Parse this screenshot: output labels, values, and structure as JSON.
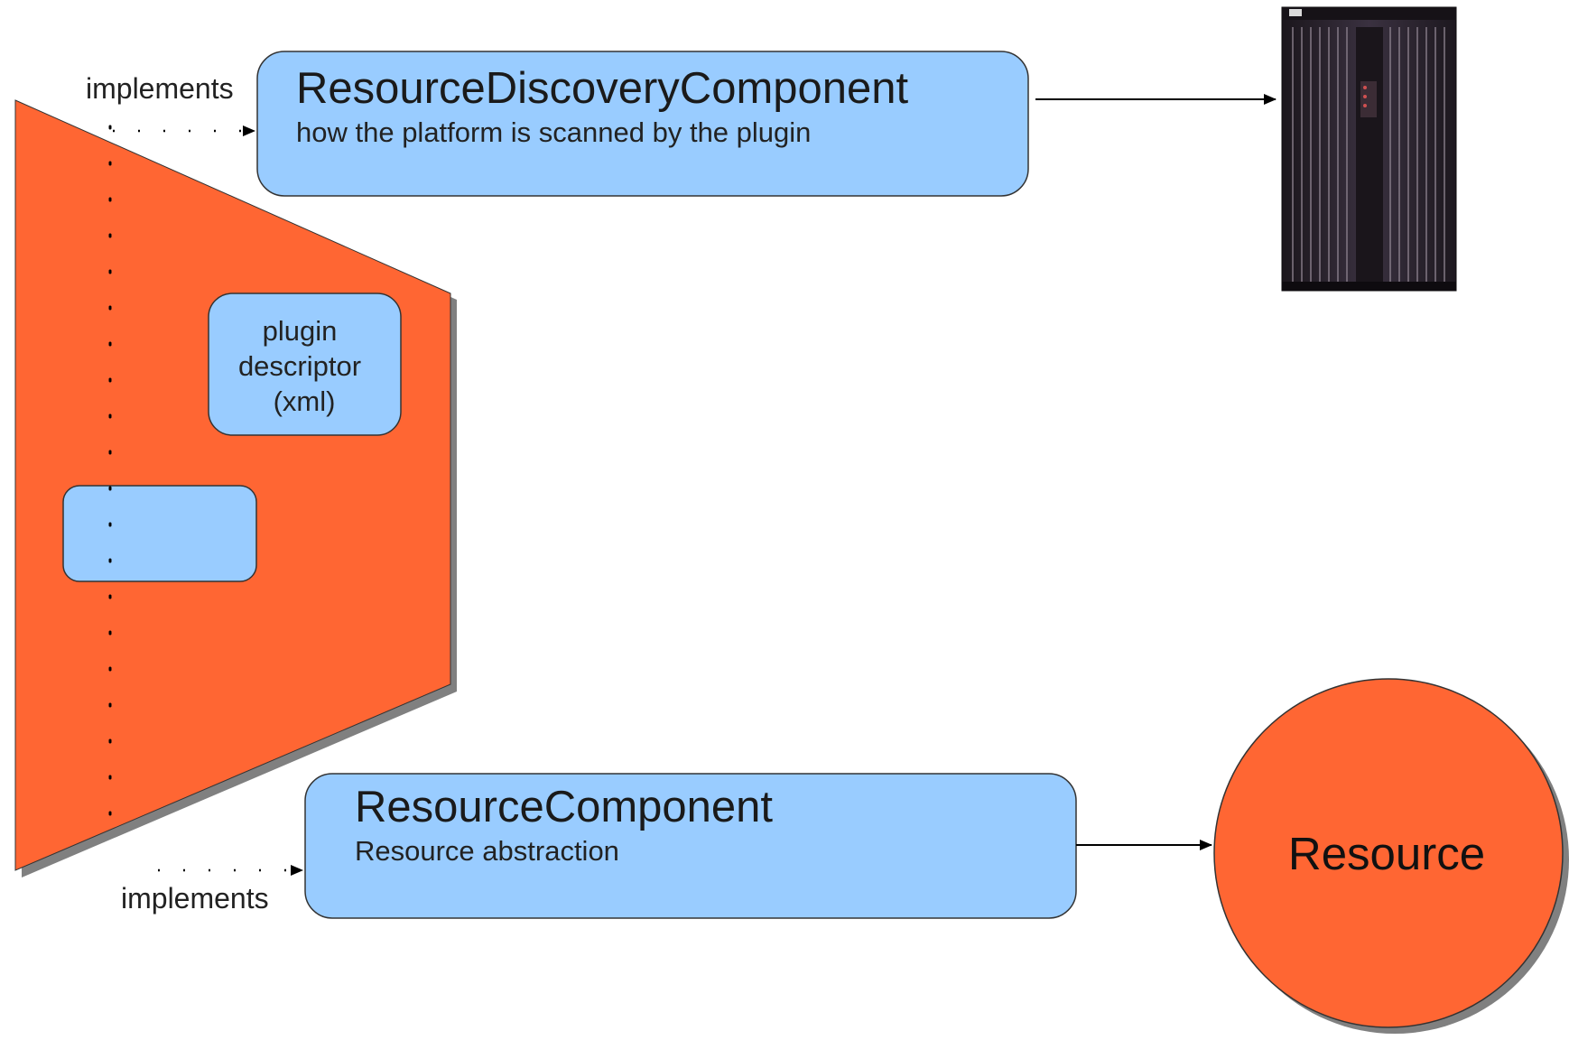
{
  "labels": {
    "implements_top": "implements",
    "implements_bottom": "implements"
  },
  "discovery_component": {
    "title": "ResourceDiscoveryComponent",
    "subtitle": "how the platform is scanned by the plugin"
  },
  "plugin_descriptor": {
    "line1": "plugin",
    "line2": "descriptor",
    "line3": "(xml)"
  },
  "resource_component": {
    "title": "ResourceComponent",
    "subtitle": "Resource abstraction"
  },
  "resource_node": {
    "label": "Resource"
  },
  "colors": {
    "plugin_body": "#ff6633",
    "box_fill": "#99ccff",
    "resource_fill": "#ff6633",
    "server_body": "#2a2430"
  }
}
